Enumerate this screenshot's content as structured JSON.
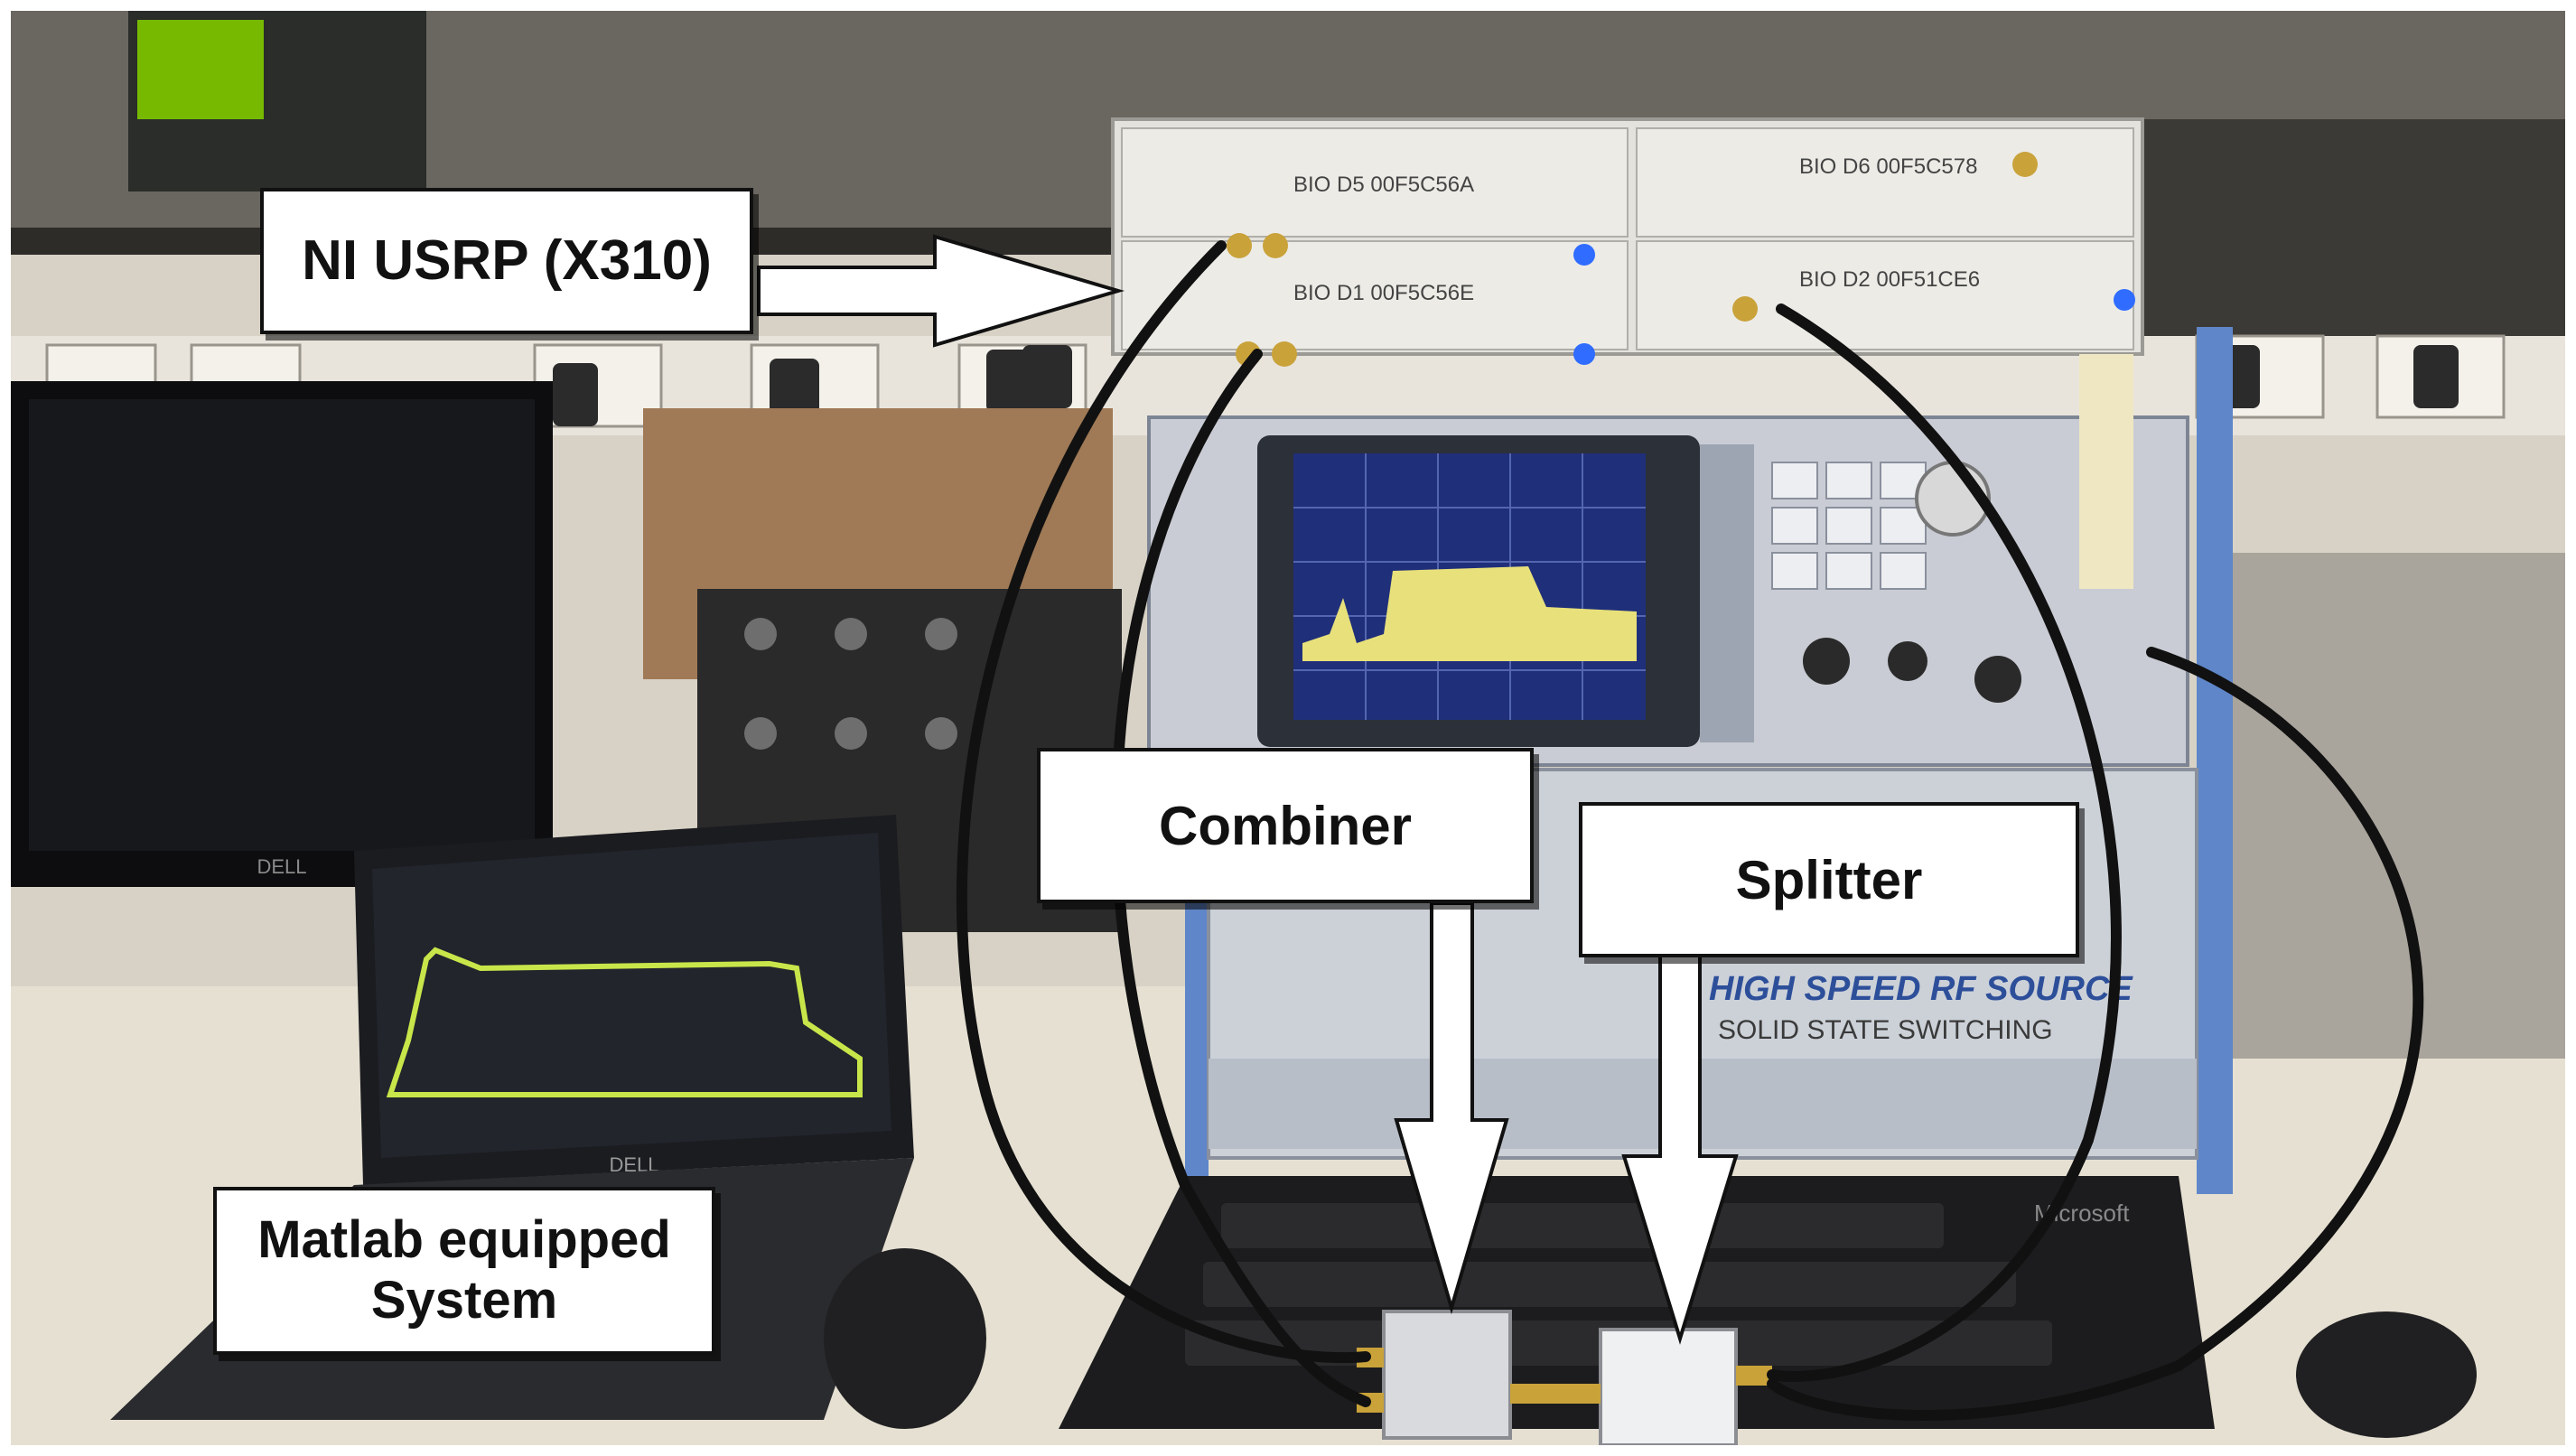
{
  "labels": {
    "usrp": "NI USRP (X310)",
    "combiner": "Combiner",
    "splitter": "Splitter",
    "matlab_line1": "Matlab equipped",
    "matlab_line2": "System"
  },
  "equipment_text": {
    "usrp_slot_1": "BIO D5 00F5C56A",
    "usrp_slot_2": "BIO D6 00F5C578",
    "usrp_slot_3": "BIO D1 00F5C56E",
    "usrp_slot_4": "BIO D2 00F51CE6",
    "rf_source_line1": "HIGH SPEED RF SOURCE",
    "rf_source_line2": "SOLID STATE SWITCHING",
    "laptop_brand": "DELL",
    "monitor_brand": "DELL",
    "keyboard_brand": "Microsoft"
  },
  "colors": {
    "annotation_box": "#ffffff",
    "annotation_border": "#111111",
    "spectrum_trace": "#e8e07a",
    "laptop_trace": "#c8e64a",
    "rack_frame": "#5f86c9"
  }
}
